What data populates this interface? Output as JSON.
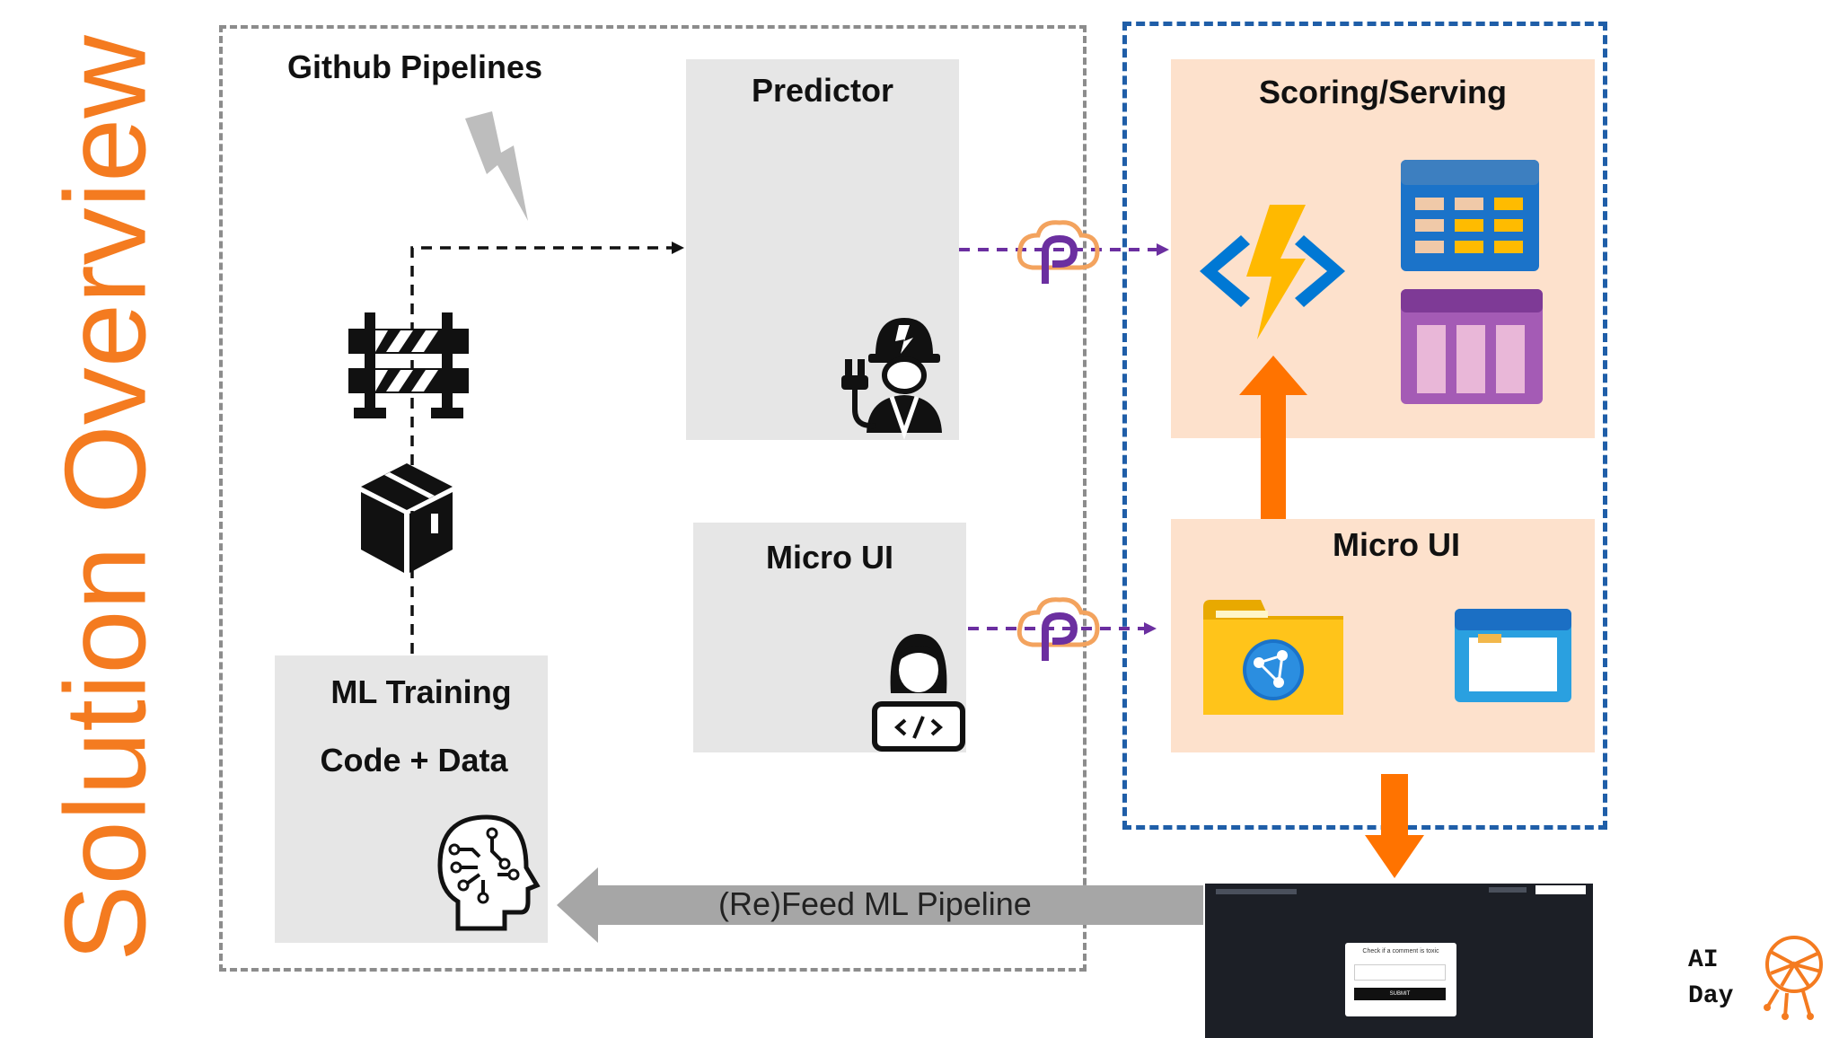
{
  "page_title": "Solution Overview",
  "github_group": {
    "title": "Github Pipelines"
  },
  "predictor": {
    "title": "Predictor"
  },
  "micro_ui_left": {
    "title": "Micro UI"
  },
  "ml_training": {
    "line1": "ML Training",
    "line2": "Code + Data"
  },
  "scoring": {
    "title": "Scoring/Serving"
  },
  "micro_ui_right": {
    "title": "Micro UI"
  },
  "feed_arrow": {
    "label": "(Re)Feed ML Pipeline"
  },
  "web_preview": {
    "question": "Check if a comment is toxic",
    "submit": "SUBMIT"
  },
  "logo": {
    "text": "AI Day"
  },
  "colors": {
    "accent": "#f47b20",
    "azure_border": "#1f5ea8",
    "peach": "#fde1cc",
    "gray_panel": "#e6e6e6",
    "private_link": "#6b2fa0"
  },
  "icons": [
    "lightning-icon",
    "roadblock-icon",
    "package-icon",
    "engineer-icon",
    "developer-icon",
    "brain-circuit-icon",
    "private-link-icon",
    "function-app-icon",
    "table-storage-icon",
    "container-icon",
    "web-folder-icon",
    "app-window-icon"
  ]
}
